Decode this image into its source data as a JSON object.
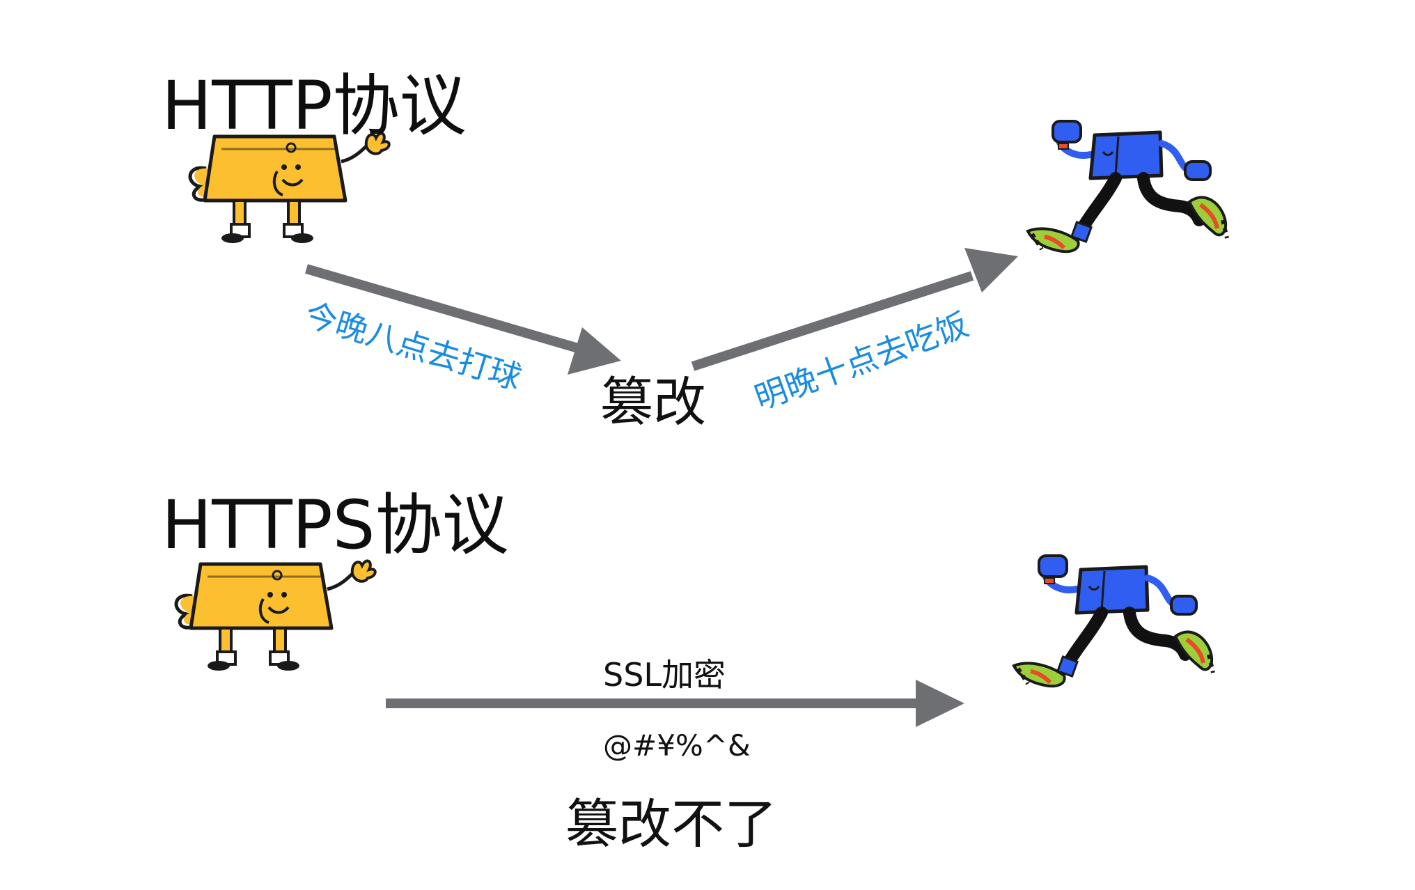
{
  "http_section": {
    "title": "HTTP协议",
    "message_original": "今晚八点去打球",
    "tamper_label": "篡改",
    "message_tampered": "明晚十点去吃饭"
  },
  "https_section": {
    "title": "HTTPS协议",
    "encryption_label": "SSL加密",
    "ciphertext": "@#¥%^&",
    "result_label": "篡改不了"
  },
  "colors": {
    "arrow": "#6d6f73",
    "message_text": "#1a8ce0",
    "sender_body": "#fbbf2f",
    "receiver_body": "#2f5ef0"
  }
}
